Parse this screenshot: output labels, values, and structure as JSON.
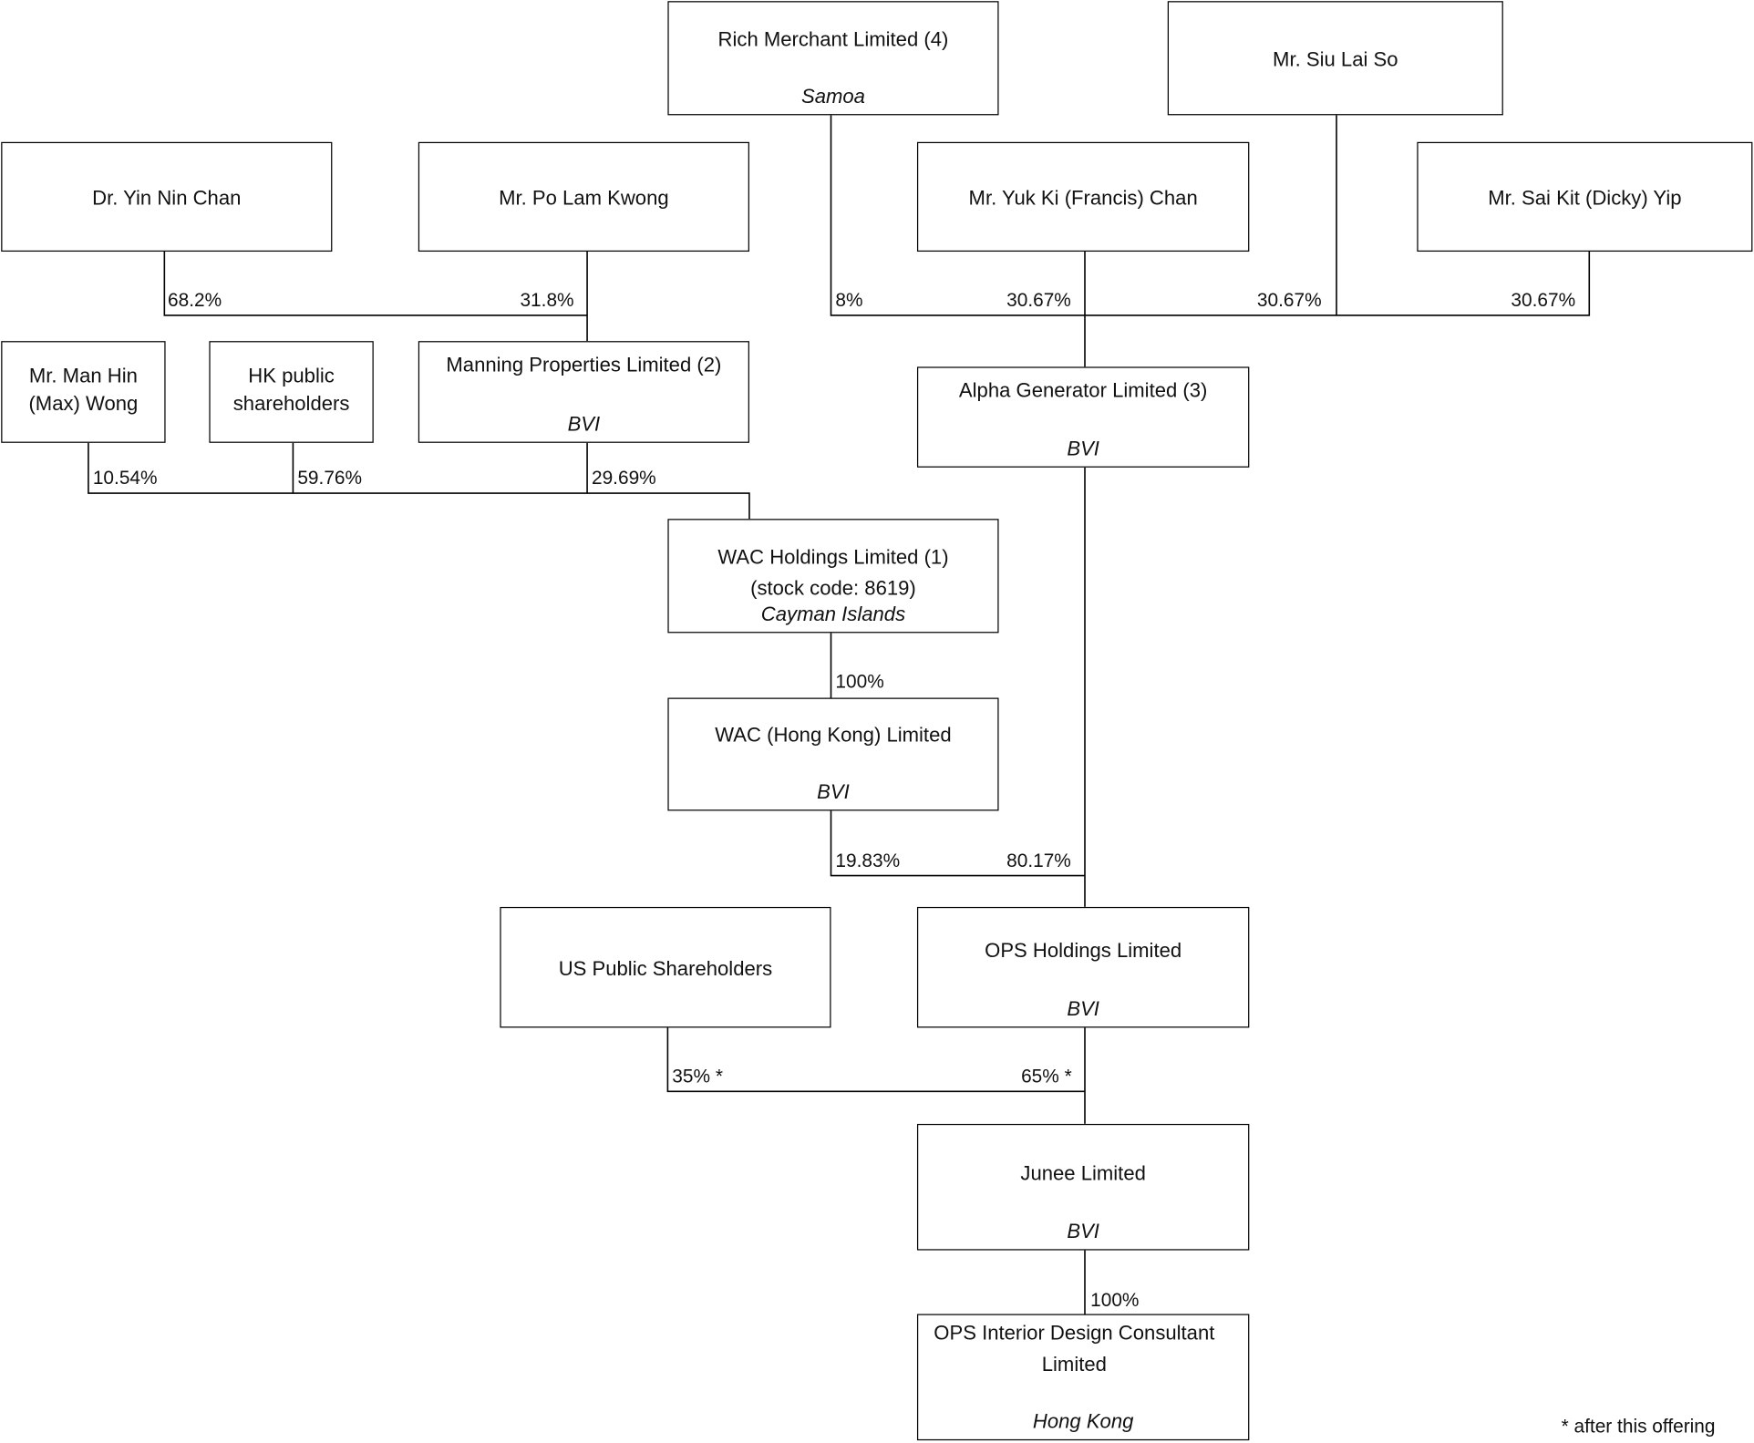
{
  "entities": {
    "rich_merchant": {
      "name": "Rich Merchant Limited (4)",
      "jurisdiction": "Samoa"
    },
    "siu_lai_so": {
      "name": "Mr. Siu Lai So"
    },
    "yin_nin_chan": {
      "name": "Dr. Yin Nin Chan"
    },
    "po_lam_kwong": {
      "name": "Mr. Po Lam Kwong"
    },
    "yuk_ki_chan": {
      "name": "Mr. Yuk Ki (Francis) Chan"
    },
    "sai_kit_yip": {
      "name": "Mr. Sai Kit (Dicky) Yip"
    },
    "man_hin_wong": {
      "name": "Mr. Man Hin (Max) Wong"
    },
    "hk_public": {
      "name": "HK public shareholders"
    },
    "manning": {
      "name": "Manning Properties Limited (2)",
      "jurisdiction": "BVI"
    },
    "alpha": {
      "name": "Alpha Generator Limited (3)",
      "jurisdiction": "BVI"
    },
    "wac_holdings": {
      "name": "WAC Holdings Limited (1)",
      "sub": "(stock code: 8619)",
      "jurisdiction": "Cayman Islands"
    },
    "wac_hk": {
      "name": "WAC (Hong Kong) Limited",
      "jurisdiction": "BVI"
    },
    "us_public": {
      "name": "US Public Shareholders"
    },
    "ops_holdings": {
      "name": "OPS Holdings Limited",
      "jurisdiction": "BVI"
    },
    "junee": {
      "name": "Junee Limited",
      "jurisdiction": "BVI"
    },
    "ops_interior": {
      "name": "OPS Interior Design Consultant Limited",
      "jurisdiction": "Hong Kong"
    }
  },
  "holdings": {
    "yin_nin_chan_in_manning": "68.2%",
    "po_lam_kwong_in_manning": "31.8%",
    "rich_merchant_in_alpha": "8%",
    "yuk_ki_chan_in_alpha": "30.67%",
    "siu_lai_so_in_alpha": "30.67%",
    "sai_kit_yip_in_alpha": "30.67%",
    "man_hin_wong_in_wac": "10.54%",
    "hk_public_in_wac": "59.76%",
    "manning_in_wac": "29.69%",
    "wac_in_wac_hk": "100%",
    "wac_hk_in_ops": "19.83%",
    "alpha_in_ops": "80.17%",
    "us_public_in_junee": "35% *",
    "ops_in_junee": "65% *",
    "junee_in_ops_interior": "100%"
  },
  "footnote": "* after this offering"
}
